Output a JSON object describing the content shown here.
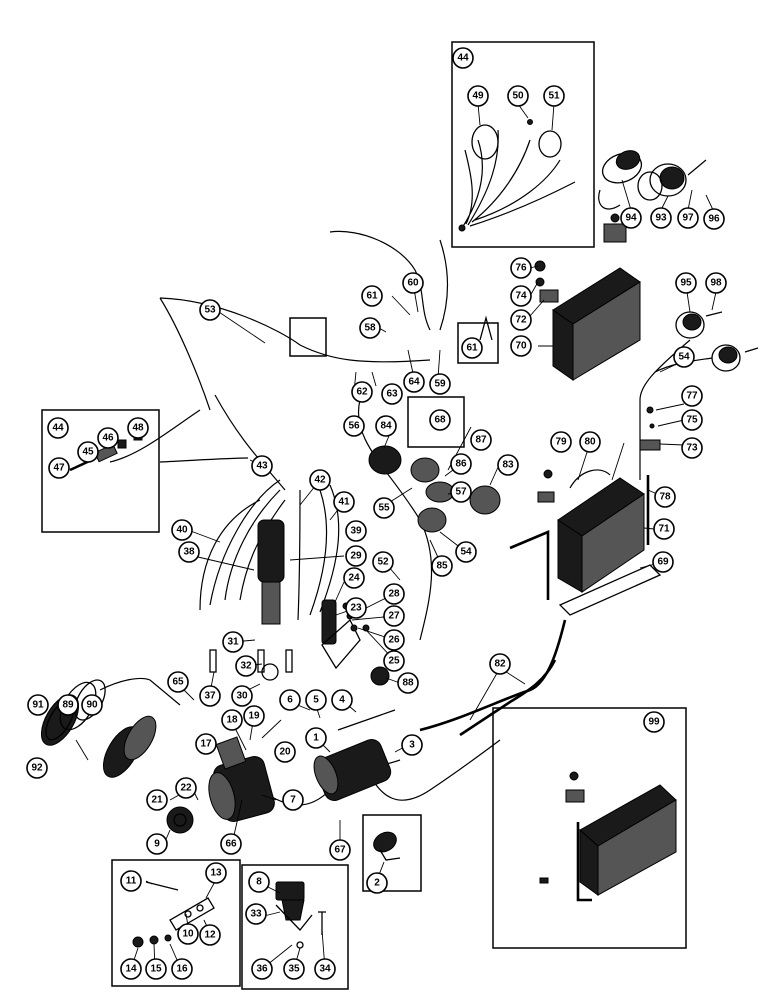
{
  "callouts": [
    {
      "label": "44"
    },
    {
      "label": "49"
    },
    {
      "label": "50"
    },
    {
      "label": "51"
    },
    {
      "label": "94"
    },
    {
      "label": "93"
    },
    {
      "label": "97"
    },
    {
      "label": "96"
    },
    {
      "label": "76"
    },
    {
      "label": "74"
    },
    {
      "label": "72"
    },
    {
      "label": "70"
    },
    {
      "label": "95"
    },
    {
      "label": "98"
    },
    {
      "label": "54"
    },
    {
      "label": "77"
    },
    {
      "label": "75"
    },
    {
      "label": "73"
    },
    {
      "label": "61"
    },
    {
      "label": "60"
    },
    {
      "label": "58"
    },
    {
      "label": "64"
    },
    {
      "label": "59"
    },
    {
      "label": "63"
    },
    {
      "label": "62"
    },
    {
      "label": "61"
    },
    {
      "label": "53"
    },
    {
      "label": "44"
    },
    {
      "label": "47"
    },
    {
      "label": "45"
    },
    {
      "label": "46"
    },
    {
      "label": "48"
    },
    {
      "label": "43"
    },
    {
      "label": "56"
    },
    {
      "label": "84"
    },
    {
      "label": "68"
    },
    {
      "label": "87"
    },
    {
      "label": "86"
    },
    {
      "label": "83"
    },
    {
      "label": "57"
    },
    {
      "label": "55"
    },
    {
      "label": "54"
    },
    {
      "label": "85"
    },
    {
      "label": "79"
    },
    {
      "label": "80"
    },
    {
      "label": "78"
    },
    {
      "label": "71"
    },
    {
      "label": "69"
    },
    {
      "label": "42"
    },
    {
      "label": "41"
    },
    {
      "label": "40"
    },
    {
      "label": "39"
    },
    {
      "label": "38"
    },
    {
      "label": "29"
    },
    {
      "label": "24"
    },
    {
      "label": "52"
    },
    {
      "label": "23"
    },
    {
      "label": "28"
    },
    {
      "label": "27"
    },
    {
      "label": "26"
    },
    {
      "label": "25"
    },
    {
      "label": "88"
    },
    {
      "label": "31"
    },
    {
      "label": "32"
    },
    {
      "label": "37"
    },
    {
      "label": "30"
    },
    {
      "label": "6"
    },
    {
      "label": "5"
    },
    {
      "label": "4"
    },
    {
      "label": "91"
    },
    {
      "label": "89"
    },
    {
      "label": "90"
    },
    {
      "label": "65"
    },
    {
      "label": "18"
    },
    {
      "label": "19"
    },
    {
      "label": "20"
    },
    {
      "label": "17"
    },
    {
      "label": "1"
    },
    {
      "label": "3"
    },
    {
      "label": "82"
    },
    {
      "label": "92"
    },
    {
      "label": "22"
    },
    {
      "label": "21"
    },
    {
      "label": "7"
    },
    {
      "label": "9"
    },
    {
      "label": "66"
    },
    {
      "label": "67"
    },
    {
      "label": "2"
    },
    {
      "label": "99"
    },
    {
      "label": "11"
    },
    {
      "label": "13"
    },
    {
      "label": "10"
    },
    {
      "label": "12"
    },
    {
      "label": "14"
    },
    {
      "label": "15"
    },
    {
      "label": "16"
    },
    {
      "label": "8"
    },
    {
      "label": "33"
    },
    {
      "label": "36"
    },
    {
      "label": "35"
    },
    {
      "label": "34"
    }
  ]
}
